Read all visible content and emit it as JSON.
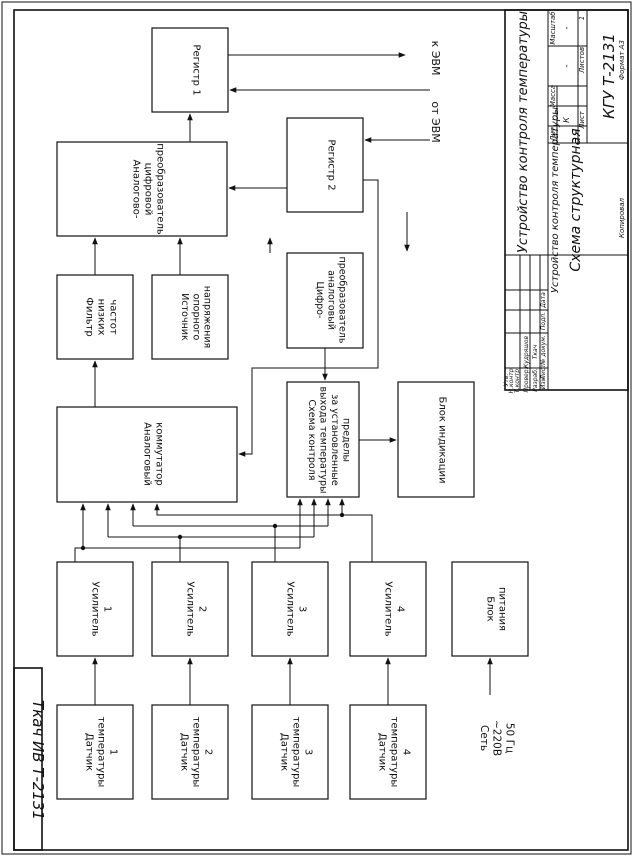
{
  "blocks": {
    "register1": [
      "Регистр 1"
    ],
    "register2": [
      "Регистр 2"
    ],
    "adc": [
      "Аналогово-",
      "цифровой",
      "преобразователь"
    ],
    "dac": [
      "Цифро-",
      "аналоговый",
      "преобразователь"
    ],
    "lpf": [
      "Фильтр",
      "низких",
      "частот"
    ],
    "vref": [
      "Источник",
      "опорного",
      "напряжения"
    ],
    "mux": [
      "Аналоговый",
      "коммутатор"
    ],
    "control": [
      "Схема контроля",
      "выхода температуры",
      "за установленные",
      "пределы"
    ],
    "display": [
      "Блок индикации"
    ],
    "amp1": [
      "Усилитель",
      "1"
    ],
    "amp2": [
      "Усилитель",
      "2"
    ],
    "amp3": [
      "Усилитель",
      "3"
    ],
    "amp4": [
      "Усилитель",
      "4"
    ],
    "power": [
      "Блок",
      "питания"
    ],
    "sensor1": [
      "Датчик",
      "температуры",
      "1"
    ],
    "sensor2": [
      "Датчик",
      "температуры",
      "2"
    ],
    "sensor3": [
      "Датчик",
      "температуры",
      "3"
    ],
    "sensor4": [
      "Датчик",
      "температуры",
      "4"
    ]
  },
  "signals": {
    "to_computer": "к ЭВМ",
    "from_computer": "от ЭВМ",
    "mains": [
      "Сеть",
      "~220В",
      "50 Гц"
    ]
  },
  "frame": {
    "doc_code_side": "Ткач ИВ Т-2131",
    "title_main": "Устройство контроля температуры",
    "title_sub": "Устройство контроля температуры",
    "drawing_type": "Схема структурная",
    "org_code": "КГУ Т-2131",
    "col_lit": "Лит",
    "col_mass": "Масса",
    "col_scale": "Масштаб",
    "val_lit": "К",
    "val_mass": "-",
    "val_scale": "-",
    "sheet_label": "Лист",
    "sheets_label": "Листов",
    "sheets_value": "1",
    "copied": "Копировал",
    "format": "Формат   А3",
    "h_izm": "Изм",
    "h_list": "Лист",
    "h_doc": "№ докум.",
    "h_sign": "Подп.",
    "h_date": "Дата",
    "r_razrab": "Разраб.",
    "r_prov": "Провер.",
    "r_tkontr": "Т.контр.",
    "r_nkontr": "Н.контр.",
    "r_utv": "Утв.",
    "name_razrab": "Ткач",
    "name_prov": "Кудряшов"
  }
}
